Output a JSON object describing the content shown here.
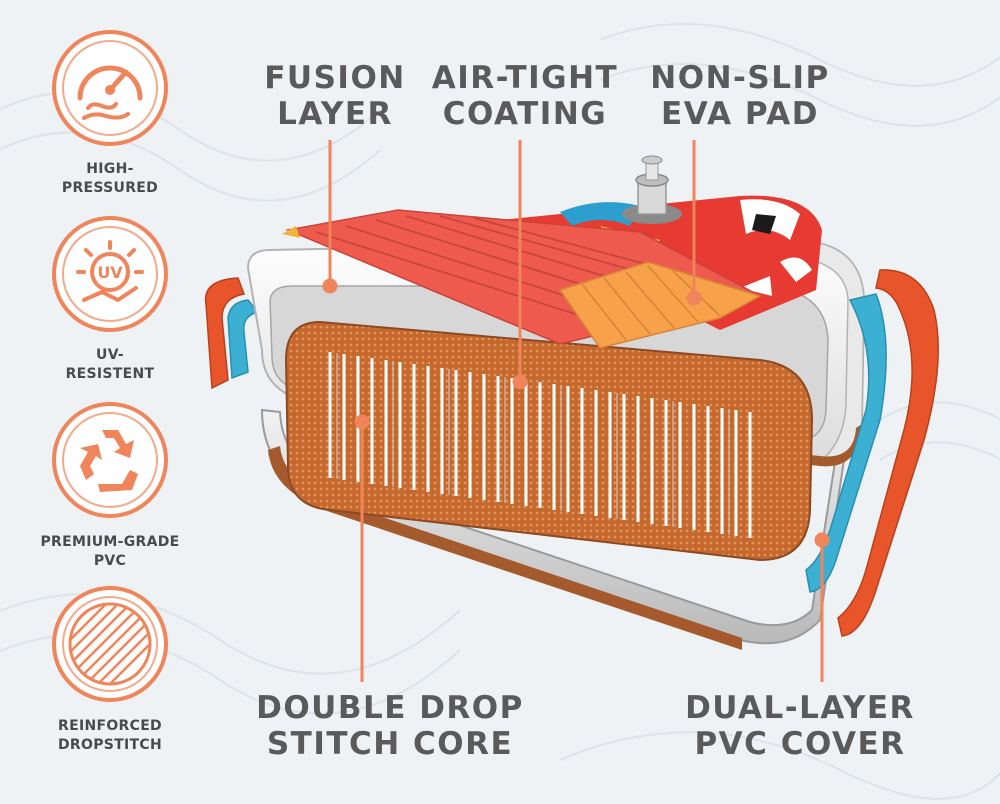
{
  "colors": {
    "accent": "#f0845a",
    "text": "#5a5a5a",
    "background": "#eef2f5",
    "pvc_orange": "#e8552a",
    "pvc_blue": "#3bb0d3",
    "eva_red": "#ee5a4e",
    "eva_orange": "#f7a14a"
  },
  "features": [
    {
      "icon": "speedometer-icon",
      "label": "HIGH-\nPRESSURED"
    },
    {
      "icon": "uv-sun-icon",
      "label": "UV-\nRESISTENT"
    },
    {
      "icon": "recycle-icon",
      "label": "PREMIUM-GRADE\nPVC"
    },
    {
      "icon": "hatched-circle-icon",
      "label": "REINFORCED\nDROPSTITCH"
    }
  ],
  "callouts": {
    "fusion_layer": "FUSION\nLAYER",
    "air_tight_coating": "AIR-TIGHT\nCOATING",
    "non_slip_eva_pad": "NON-SLIP\nEVA PAD",
    "double_drop_stitch_core": "DOUBLE DROP\nSTITCH CORE",
    "dual_layer_pvc_cover": "DUAL-LAYER\nPVC COVER"
  },
  "icon_text": {
    "uv": "UV"
  }
}
